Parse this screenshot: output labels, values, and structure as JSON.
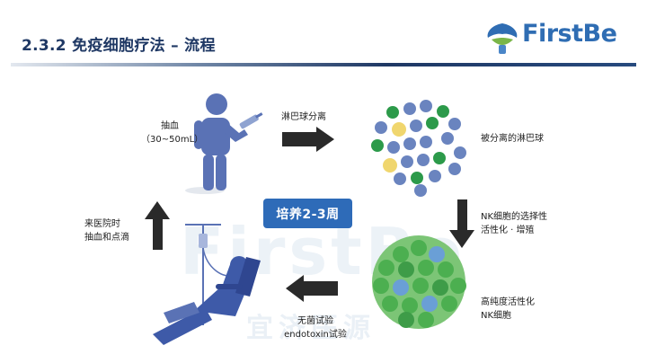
{
  "header": {
    "title": "2.3.2 免疫细胞疗法 – 流程",
    "logo_text": "FirstBe"
  },
  "watermark": {
    "main": "FirstBe",
    "sub": "宜济医源"
  },
  "steps": {
    "blood_draw": {
      "line1": "抽血",
      "line2": "（30~50mL）"
    },
    "lymph_separation": "淋巴球分离",
    "separated_lymph": "被分离的淋巴球",
    "nk_activation": {
      "line1": "NK细胞的选择性",
      "line2": "活性化 · 增殖"
    },
    "high_purity": {
      "line1": "高纯度活性化",
      "line2": "NK细胞"
    },
    "sterility_test": {
      "line1": "无菌试验",
      "line2": "endotoxin试验"
    },
    "hospital_visit": {
      "line1": "来医院时",
      "line2": "抽血和点滴"
    },
    "culture_period": "培养2-3周"
  },
  "colors": {
    "figure": "#5a72b5",
    "arrow": "#2a2a2a",
    "culture_box": "#2e6bb8",
    "title": "#1f3864",
    "cell_blue": "#6a84bf",
    "cell_green": "#2c9a4a",
    "cell_yellow": "#f0d66e",
    "nk_green": "#4caf50"
  }
}
